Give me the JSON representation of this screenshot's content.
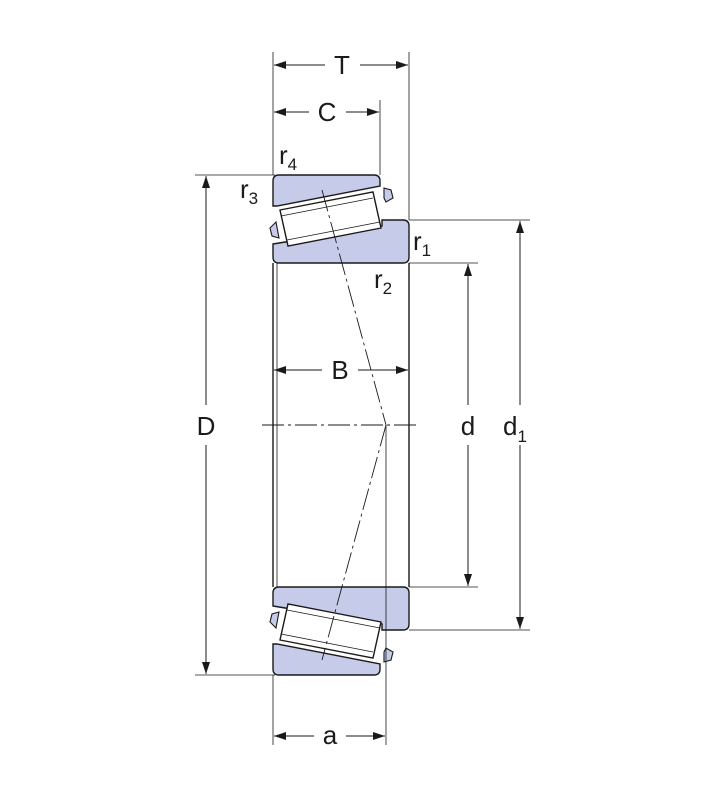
{
  "colors": {
    "ring_fill": "#c5cbe9",
    "line": "#1a1a1a",
    "background": "#ffffff"
  },
  "labels": {
    "T": "T",
    "C": "C",
    "B": "B",
    "a": "a",
    "D": "D",
    "d": "d",
    "d1": {
      "main": "d",
      "sub": "1"
    },
    "r1": {
      "main": "r",
      "sub": "1"
    },
    "r2": {
      "main": "r",
      "sub": "2"
    },
    "r3": {
      "main": "r",
      "sub": "3"
    },
    "r4": {
      "main": "r",
      "sub": "4"
    }
  }
}
